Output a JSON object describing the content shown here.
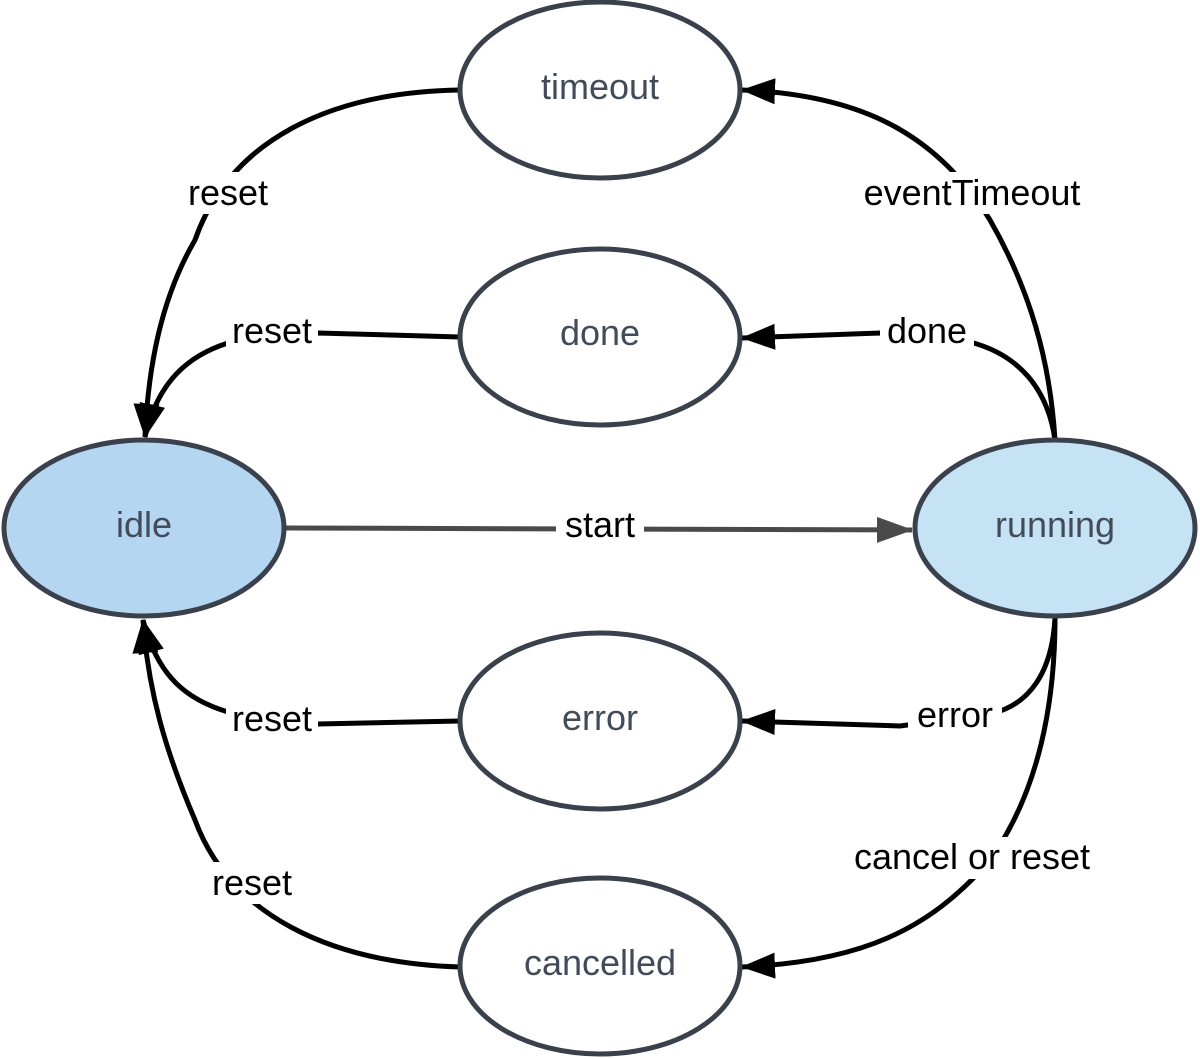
{
  "diagram": {
    "states": [
      {
        "id": "timeout",
        "label": "timeout",
        "fill": "#ffffff"
      },
      {
        "id": "done",
        "label": "done",
        "fill": "#ffffff"
      },
      {
        "id": "idle",
        "label": "idle",
        "fill": "#b5d6f0"
      },
      {
        "id": "running",
        "label": "running",
        "fill": "#c6e3f5"
      },
      {
        "id": "error",
        "label": "error",
        "fill": "#ffffff"
      },
      {
        "id": "cancelled",
        "label": "cancelled",
        "fill": "#ffffff"
      }
    ],
    "transitions": [
      {
        "id": "timeout-reset",
        "from": "timeout",
        "to": "idle",
        "label": "reset"
      },
      {
        "id": "done-reset",
        "from": "done",
        "to": "idle",
        "label": "reset"
      },
      {
        "id": "idle-start",
        "from": "idle",
        "to": "running",
        "label": "start"
      },
      {
        "id": "error-reset",
        "from": "error",
        "to": "idle",
        "label": "reset"
      },
      {
        "id": "cancelled-reset",
        "from": "cancelled",
        "to": "idle",
        "label": "reset"
      },
      {
        "id": "running-timeout",
        "from": "running",
        "to": "timeout",
        "label": "eventTimeout"
      },
      {
        "id": "running-done",
        "from": "running",
        "to": "done",
        "label": "done"
      },
      {
        "id": "running-error",
        "from": "running",
        "to": "error",
        "label": "error"
      },
      {
        "id": "running-cancel",
        "from": "running",
        "to": "cancelled",
        "label": "cancel or reset"
      }
    ],
    "colors": {
      "state_outline": "#3a414c",
      "state_text": "#424b5a",
      "edge": "#000000",
      "start_edge": "#4a4a4a",
      "idle_fill": "#b5d6f0",
      "running_fill": "#c6e3f5"
    }
  }
}
